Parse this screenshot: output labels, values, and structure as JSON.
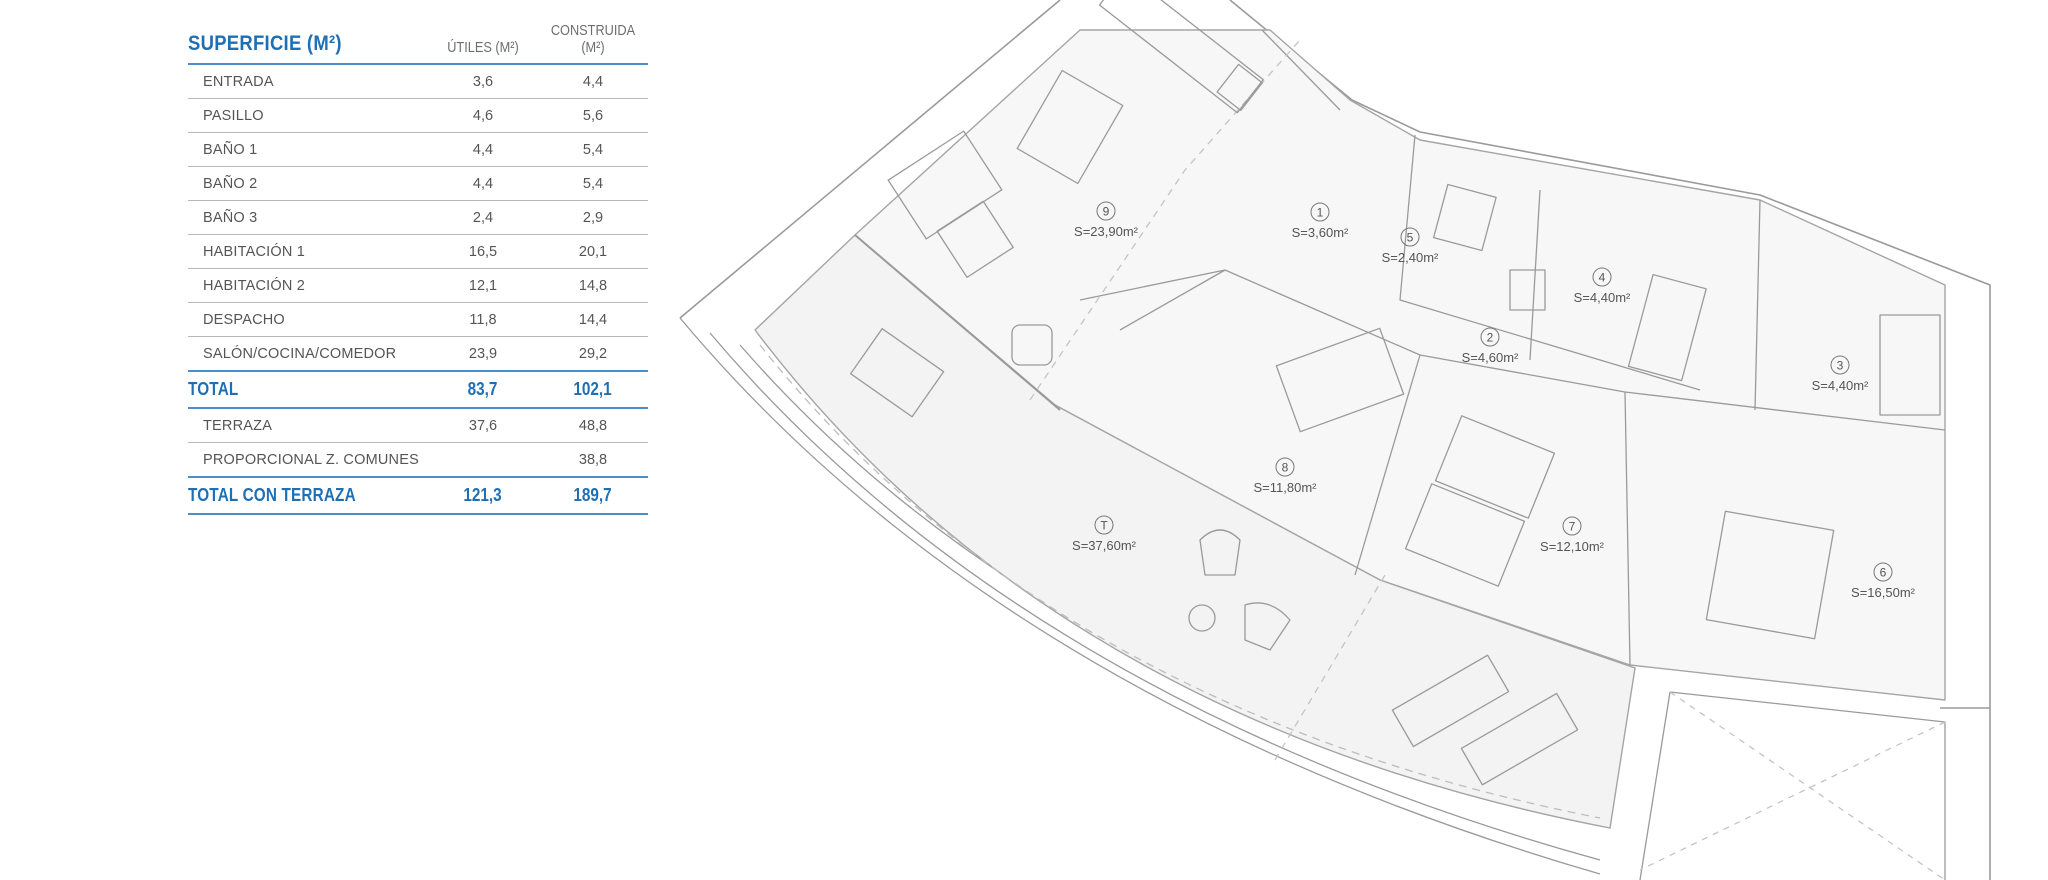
{
  "table": {
    "title": "SUPERFICIE (M²)",
    "col_util": "ÚTILES (M²)",
    "col_built": "CONSTRUIDA (M²)",
    "rows": [
      {
        "name": "ENTRADA",
        "util": "3,6",
        "built": "4,4"
      },
      {
        "name": "PASILLO",
        "util": "4,6",
        "built": "5,6"
      },
      {
        "name": "BAÑO 1",
        "util": "4,4",
        "built": "5,4"
      },
      {
        "name": "BAÑO 2",
        "util": "4,4",
        "built": "5,4"
      },
      {
        "name": "BAÑO 3",
        "util": "2,4",
        "built": "2,9"
      },
      {
        "name": "HABITACIÓN 1",
        "util": "16,5",
        "built": "20,1"
      },
      {
        "name": "HABITACIÓN 2",
        "util": "12,1",
        "built": "14,8"
      },
      {
        "name": "DESPACHO",
        "util": "11,8",
        "built": "14,4"
      },
      {
        "name": "SALÓN/COCINA/COMEDOR",
        "util": "23,9",
        "built": "29,2"
      }
    ],
    "total": {
      "name": "TOTAL",
      "util": "83,7",
      "built": "102,1"
    },
    "extra_rows": [
      {
        "name": "TERRAZA",
        "util": "37,6",
        "built": "48,8"
      },
      {
        "name": "PROPORCIONAL Z. COMUNES",
        "util": "",
        "built": "38,8"
      }
    ],
    "grand_total": {
      "name": "TOTAL CON TERRAZA",
      "util": "121,3",
      "built": "189,7"
    }
  },
  "rooms": [
    {
      "id": "room-9",
      "number": "9",
      "area": "S=23,90m²"
    },
    {
      "id": "room-1",
      "number": "1",
      "area": "S=3,60m²"
    },
    {
      "id": "room-5",
      "number": "5",
      "area": "S=2,40m²"
    },
    {
      "id": "room-4",
      "number": "4",
      "area": "S=4,40m²"
    },
    {
      "id": "room-2",
      "number": "2",
      "area": "S=4,60m²"
    },
    {
      "id": "room-3",
      "number": "3",
      "area": "S=4,40m²"
    },
    {
      "id": "room-8",
      "number": "8",
      "area": "S=11,80m²"
    },
    {
      "id": "room-t",
      "number": "T",
      "area": "S=37,60m²"
    },
    {
      "id": "room-7",
      "number": "7",
      "area": "S=12,10m²"
    },
    {
      "id": "room-6",
      "number": "6",
      "area": "S=16,50m²"
    }
  ],
  "colors": {
    "accent": "#1f6fb4",
    "rule": "#4a8fc9",
    "plan_line": "#9a9a9a",
    "plan_fill": "#f6f6f6"
  }
}
